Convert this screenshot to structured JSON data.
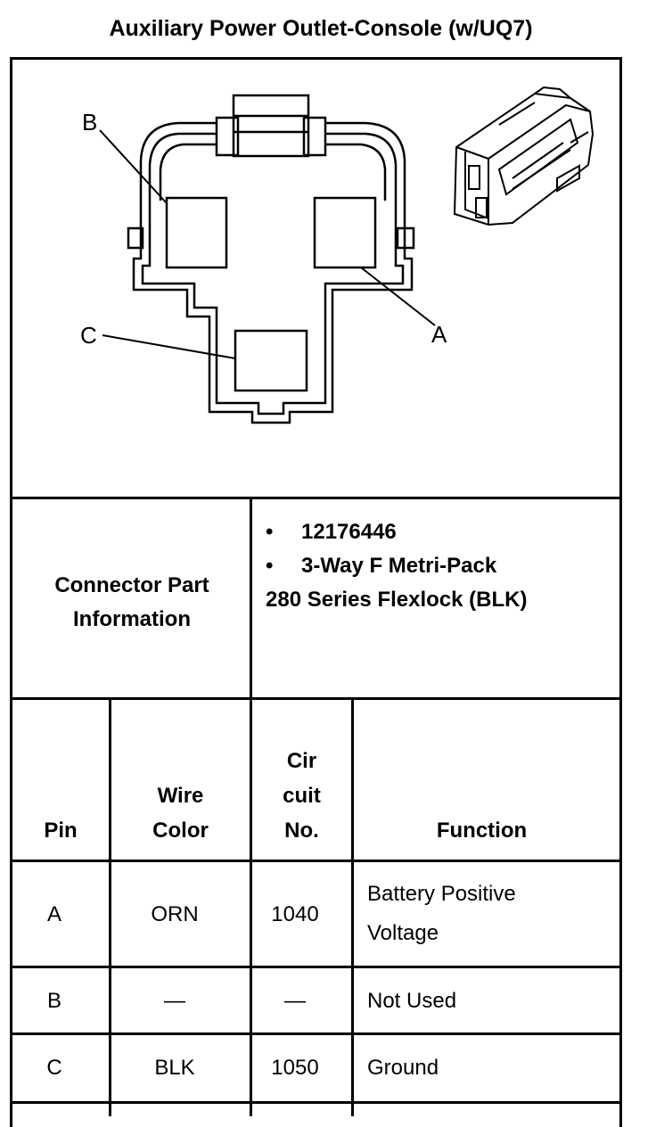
{
  "title": "Auxiliary Power Outlet-Console (w/UQ7)",
  "diagram": {
    "callouts": {
      "a": "A",
      "b": "B",
      "c": "C"
    }
  },
  "connector_info": {
    "label_line1": "Connector Part",
    "label_line2": "Information",
    "part_number": "12176446",
    "description_line1": "3-Way F Metri-Pack",
    "description_line2": "280 Series Flexlock (BLK)",
    "bullet": "•"
  },
  "table": {
    "headers": {
      "pin": "Pin",
      "wire_color_1": "Wire",
      "wire_color_2": "Color",
      "circuit_1": "Cir",
      "circuit_2": "cuit",
      "circuit_3": "No.",
      "function": "Function"
    },
    "rows": [
      {
        "pin": "A",
        "wire_color": "ORN",
        "circuit": "1040",
        "function_1": "Battery Positive",
        "function_2": "Voltage"
      },
      {
        "pin": "B",
        "wire_color": "—",
        "circuit": "—",
        "function_1": "Not Used",
        "function_2": ""
      },
      {
        "pin": "C",
        "wire_color": "BLK",
        "circuit": "1050",
        "function_1": "Ground",
        "function_2": ""
      }
    ]
  }
}
